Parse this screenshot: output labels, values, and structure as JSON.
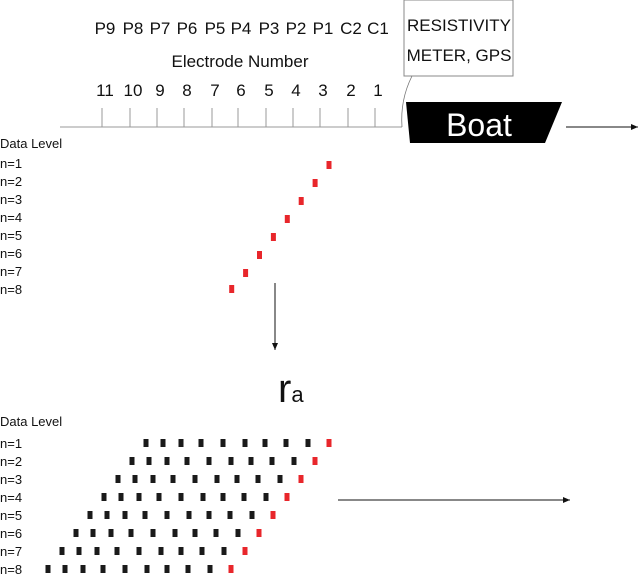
{
  "electrode_codes": [
    "P9",
    "P8",
    "P7",
    "P6",
    "P5",
    "P4",
    "P3",
    "P2",
    "P1",
    "C2",
    "C1"
  ],
  "axis_title": "Electrode Number",
  "electrode_numbers": [
    "11",
    "10",
    "9",
    "8",
    "7",
    "6",
    "5",
    "4",
    "3",
    "2",
    "1"
  ],
  "meter_box": {
    "line1": "RESISTIVITY",
    "line2": "METER, GPS"
  },
  "boat_label": "Boat",
  "upper_section": {
    "title": "Data Level",
    "levels": [
      "n=1",
      "n=2",
      "n=3",
      "n=4",
      "n=5",
      "n=6",
      "n=7",
      "n=8"
    ]
  },
  "ra_label": {
    "main": "r",
    "sub": "a"
  },
  "lower_section": {
    "title": "Data Level",
    "levels": [
      "n=1",
      "n=2",
      "n=3",
      "n=4",
      "n=5",
      "n=6",
      "n=7",
      "n=8"
    ],
    "black_points_per_level": 9
  },
  "colors": {
    "new_point": "#e8262b",
    "old_point": "#1a1a1a",
    "boat": "#000000"
  }
}
